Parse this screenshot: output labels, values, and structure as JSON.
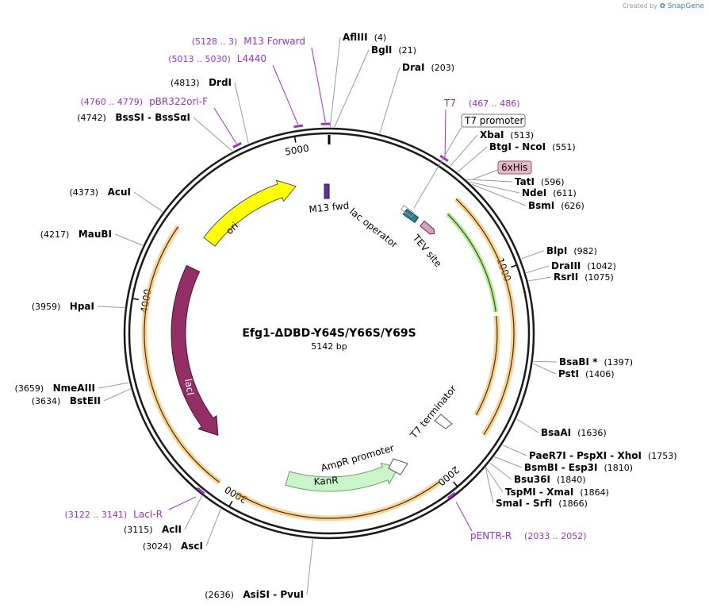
{
  "credit": {
    "prefix": "Created by",
    "brand": "SnapGene"
  },
  "map": {
    "name": "Efg1-ΔDBD-Y64S/Y66S/Y69S",
    "length_label": "5142 bp",
    "length_bp": 5142
  },
  "ticks": [
    {
      "bp": 1000,
      "label": "1000"
    },
    {
      "bp": 2000,
      "label": "2000"
    },
    {
      "bp": 3000,
      "label": "3000"
    },
    {
      "bp": 4000,
      "label": "4000"
    },
    {
      "bp": 5000,
      "label": "5000"
    }
  ],
  "right_sites": [
    {
      "bp": 4,
      "name": "AflIII",
      "pos": "(4)"
    },
    {
      "bp": 21,
      "name": "BglI",
      "pos": "(21)"
    },
    {
      "bp": 203,
      "name": "DraI",
      "pos": "(203)"
    },
    {
      "bp": 513,
      "name": "XbaI",
      "pos": "(513)"
    },
    {
      "bp": 551,
      "name": "BtgI - NcoI",
      "pos": "(551)"
    },
    {
      "bp": 596,
      "name": "TatI",
      "pos": "(596)"
    },
    {
      "bp": 611,
      "name": "NdeI",
      "pos": "(611)"
    },
    {
      "bp": 626,
      "name": "BsmI",
      "pos": "(626)"
    },
    {
      "bp": 982,
      "name": "BlpI",
      "pos": "(982)"
    },
    {
      "bp": 1042,
      "name": "DraIII",
      "pos": "(1042)"
    },
    {
      "bp": 1075,
      "name": "RsrII",
      "pos": "(1075)"
    },
    {
      "bp": 1397,
      "name": "BsaBI *",
      "pos": "(1397)"
    },
    {
      "bp": 1406,
      "name": "PstI",
      "pos": "(1406)"
    },
    {
      "bp": 1636,
      "name": "BsaAI",
      "pos": "(1636)"
    },
    {
      "bp": 1753,
      "name": "PaeR7I - PspXI - XhoI",
      "pos": "(1753)"
    },
    {
      "bp": 1810,
      "name": "BsmBI - Esp3I",
      "pos": "(1810)"
    },
    {
      "bp": 1840,
      "name": "Bsu36I",
      "pos": "(1840)"
    },
    {
      "bp": 1864,
      "name": "TspMI - XmaI",
      "pos": "(1864)"
    },
    {
      "bp": 1866,
      "name": "SmaI - SrfI",
      "pos": "(1866)"
    }
  ],
  "left_sites": [
    {
      "bp": 4813,
      "name": "DrdI",
      "pos": "(4813)"
    },
    {
      "bp": 4742,
      "name": "BssSI - BssSαI",
      "pos": "(4742)"
    },
    {
      "bp": 4373,
      "name": "AcuI",
      "pos": "(4373)"
    },
    {
      "bp": 4217,
      "name": "MauBI",
      "pos": "(4217)"
    },
    {
      "bp": 3959,
      "name": "HpaI",
      "pos": "(3959)"
    },
    {
      "bp": 3659,
      "name": "NmeAIII",
      "pos": "(3659)"
    },
    {
      "bp": 3634,
      "name": "BstEII",
      "pos": "(3634)"
    },
    {
      "bp": 3115,
      "name": "AclI",
      "pos": "(3115)"
    },
    {
      "bp": 3024,
      "name": "AscI",
      "pos": "(3024)"
    },
    {
      "bp": 2636,
      "name": "AsiSI - PvuI",
      "pos": "(2636)"
    }
  ],
  "primers": [
    {
      "bp": 5128,
      "range": "(5128 .. 3)",
      "name": "M13 Forward"
    },
    {
      "bp": 5021,
      "range": "(5013 .. 5030)",
      "name": "L4440"
    },
    {
      "bp": 4770,
      "range": "(4760 .. 4779)",
      "name": "pBR322ori-F"
    },
    {
      "bp": 476,
      "range": "(467 .. 486)",
      "name": "T7"
    },
    {
      "bp": 2042,
      "range": "(2033 .. 2052)",
      "name": "pENTR-R"
    },
    {
      "bp": 3131,
      "range": "(3122 .. 3141)",
      "name": "LacI-R"
    }
  ],
  "features": {
    "t7_promoter": "T7 promoter",
    "his_tag": "6xHis",
    "lac_operator": "lac operator",
    "tev_site": "TEV site",
    "t7_terminator": "T7 terminator",
    "ampr_promoter": "AmpR promoter",
    "kanr": "KanR",
    "laci": "lacI",
    "ori": "ori",
    "m13_fwd": "M13 fwd"
  },
  "colors": {
    "backbone": "#1a1a1a",
    "primer": "#9b30d0",
    "ori": "#ffff00",
    "laci": "#932f64",
    "kanr": "#c9f5c9",
    "cds_orange": "#f5b040",
    "tev_green": "#9be06a",
    "his_tag_fill": "#e6b8c8",
    "operator_teal": "#2a7f8a"
  }
}
